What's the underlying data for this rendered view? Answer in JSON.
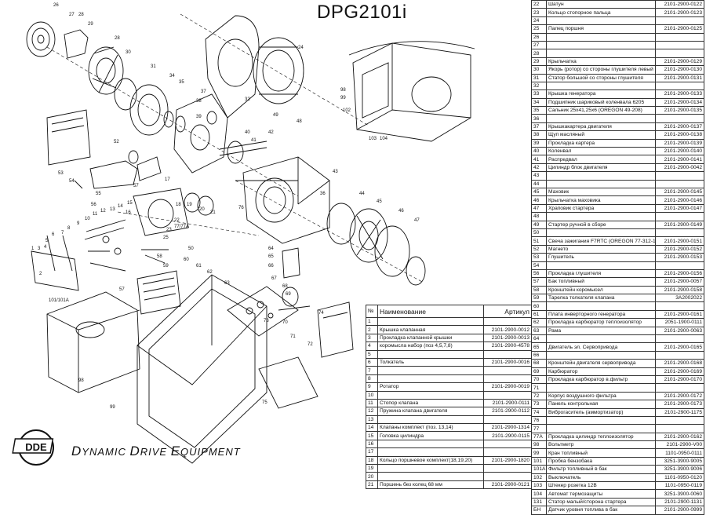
{
  "title": "DPG2101i",
  "logo": {
    "badge": "DDE",
    "badge_ring": "DYNAMIC DRIVE EQUIPMENT",
    "text": [
      "D",
      "YNAMIC ",
      "D",
      "RIVE ",
      "E",
      "QUIPMENT"
    ]
  },
  "table_left": {
    "headers": [
      "№",
      "Наименование",
      "Артикул"
    ],
    "rows": [
      [
        "1",
        "",
        ""
      ],
      [
        "2",
        "Крышка клапанная",
        "2101-2900-0012"
      ],
      [
        "3",
        "Прокладка клапанной крышки",
        "2101-2900-0013"
      ],
      [
        "4",
        "коромысла набор (поз 4,5,7,8)",
        "2101-2900-4578"
      ],
      [
        "5",
        "",
        ""
      ],
      [
        "6",
        "Толкатель",
        "2101-2900-0016"
      ],
      [
        "7",
        "",
        ""
      ],
      [
        "8",
        "",
        ""
      ],
      [
        "9",
        "Ротатор",
        "2101-2900-0019"
      ],
      [
        "10",
        "",
        ""
      ],
      [
        "11",
        "Стопор клапана",
        "2101-2900-0111"
      ],
      [
        "12",
        "Пружина клапана двигателя",
        "2101-2900-0112"
      ],
      [
        "13",
        "",
        ""
      ],
      [
        "14",
        "Клапаны комплект (поз. 13,14)",
        "2101-2900-1314"
      ],
      [
        "15",
        "Головка цилиндра",
        "2101-2900-0115"
      ],
      [
        "16",
        "",
        ""
      ],
      [
        "17",
        "",
        ""
      ],
      [
        "18",
        "Кольцо поршневое комплект(18,19,20)",
        "2101-2900-1820"
      ],
      [
        "19",
        "",
        ""
      ],
      [
        "20",
        "",
        ""
      ],
      [
        "21",
        "Поршень без колец 68 мм",
        "2101-2900-0121"
      ]
    ]
  },
  "table_right": {
    "rows": [
      [
        "22",
        "Шатун",
        "2101-2900-0122"
      ],
      [
        "23",
        "Кольцо стопорное пальца",
        "2101-2900-0123"
      ],
      [
        "24",
        "",
        ""
      ],
      [
        "25",
        "Палец поршня",
        "2101-2900-0125"
      ],
      [
        "26",
        "",
        ""
      ],
      [
        "27",
        "",
        ""
      ],
      [
        "28",
        "",
        ""
      ],
      [
        "29",
        "Крыльчатка",
        "2101-2900-0129"
      ],
      [
        "30",
        "Якорь (ротор) со стороны глушителя левый",
        "2101-2900-0130"
      ],
      [
        "31",
        "Статор большой со стороны глушителя",
        "2101-2900-0131"
      ],
      [
        "32",
        "",
        ""
      ],
      [
        "33",
        "Крышка генератора",
        "2101-2900-0133"
      ],
      [
        "34",
        "Подшипник шариковый коленвала 6205",
        "2101-2900-0134"
      ],
      [
        "35",
        "Сальник 25х41,25х6 (OREGON 49-208)",
        "2101-2900-0135"
      ],
      [
        "36",
        "",
        ""
      ],
      [
        "37",
        "Крышкакартера двигателя",
        "2101-2900-0137"
      ],
      [
        "38",
        "Щуп масляный",
        "2101-2900-0138"
      ],
      [
        "39",
        "Прокладка картера",
        "2101-2900-0139"
      ],
      [
        "40",
        "Коленвал",
        "2101-2900-0140"
      ],
      [
        "41",
        "Распредвал",
        "2101-2900-0141"
      ],
      [
        "42",
        "Цилиндр блок двигателя",
        "2101-2900-0042"
      ],
      [
        "43",
        "",
        ""
      ],
      [
        "44",
        "",
        ""
      ],
      [
        "45",
        "Маховик",
        "2101-2900-0145"
      ],
      [
        "46",
        "Крыльчатка маховика",
        "2101-2900-0146"
      ],
      [
        "47",
        "Храповик стартера",
        "2101-2900-0147"
      ],
      [
        "48",
        "",
        ""
      ],
      [
        "49",
        "Стартер ручной в сборе",
        "2101-2900-0149"
      ],
      [
        "50",
        "",
        ""
      ],
      [
        "51",
        "Свеча зажигания F7RTC (OREGON 77-312-1)",
        "2101-2900-0151"
      ],
      [
        "52",
        "Магнето",
        "2101-2900-0152"
      ],
      [
        "53",
        "Глушитель",
        "2101-2900-0153"
      ],
      [
        "54",
        "",
        ""
      ],
      [
        "56",
        "Прокладка глушителя",
        "2101-2900-0156"
      ],
      [
        "57",
        "Бак топливный",
        "2101-2900-0057"
      ],
      [
        "58",
        "Кронштейн коромысел",
        "2101-2900-0158"
      ],
      [
        "59",
        "Тарелка толкателя клапана",
        "3A2002022"
      ],
      [
        "60",
        "",
        ""
      ],
      [
        "61",
        "Плата инверторного генератора",
        "2101-2900-0161"
      ],
      [
        "62",
        "Прокладка карбюратор теплоизолятор",
        "2051-1900-0111"
      ],
      [
        "63",
        "Рама",
        "2101-2900-0063"
      ],
      [
        "64",
        "",
        ""
      ],
      [
        "65",
        "Двигатель эл. Сервопривода",
        "2101-2900-0165"
      ],
      [
        "66",
        "",
        ""
      ],
      [
        "68",
        "Кронштейн двигателя сервопривода",
        "2101-2900-0168"
      ],
      [
        "69",
        "Карбюратор",
        "2101-2900-0169"
      ],
      [
        "70",
        "Прокладка карбюратор в.фильтр",
        "2101-2900-0170"
      ],
      [
        "71",
        "",
        ""
      ],
      [
        "72",
        "Корпус воздушного фильтра",
        "2101-2900-0172"
      ],
      [
        "73",
        "Панель контрольная",
        "2101-2900-0173"
      ],
      [
        "74",
        "Виброгаситель (аммортизатор)",
        "2101-2900-1175"
      ],
      [
        "76",
        "",
        ""
      ],
      [
        "77",
        "",
        ""
      ],
      [
        "77A",
        "Прокладка цилиндр теплоизолятор",
        "2101-2900-0162"
      ],
      [
        "98",
        "Вольтметр",
        "2101-2900-V00"
      ],
      [
        "99",
        "Кран топливный",
        "1101-0950-0111"
      ],
      [
        "101",
        "Пробка бензобака",
        "3251-3900-9005"
      ],
      [
        "101A",
        "Фильтр топливный в бак",
        "3251-3900-9006"
      ],
      [
        "102",
        "Выключатель",
        "1101-0950-0120"
      ],
      [
        "103",
        "Штекер розетка 12В",
        "1101-0950-0119"
      ],
      [
        "104",
        "Автомат термозащиты",
        "3251-3900-0060"
      ],
      [
        "131",
        "Статор малый/сторона стартера",
        "2101-2900-1131"
      ],
      [
        "БН",
        "Датчик уровня топлива в бак",
        "2101-2900-0999"
      ]
    ]
  },
  "diagram_labels": [
    "26",
    "27",
    "28",
    "29",
    "30",
    "31",
    "28",
    "34",
    "35",
    "37",
    "38",
    "39",
    "32",
    "24",
    "33",
    "48",
    "49",
    "40",
    "41",
    "42",
    "43",
    "44",
    "45",
    "46",
    "47",
    "52",
    "53",
    "54",
    "55",
    "56",
    "57",
    "58",
    "59",
    "60",
    "61",
    "62",
    "63",
    "64",
    "65",
    "66",
    "67",
    "68",
    "69",
    "70",
    "71",
    "72",
    "73",
    "74",
    "75",
    "76",
    "77",
    "77/77A",
    "1",
    "2",
    "3",
    "4",
    "5",
    "6",
    "7",
    "8",
    "9",
    "10",
    "11",
    "12",
    "13",
    "14",
    "15",
    "16",
    "17",
    "18",
    "19",
    "20",
    "21",
    "22",
    "23",
    "25",
    "98",
    "99",
    "101",
    "101/101A",
    "102",
    "103",
    "104",
    "36",
    "50"
  ]
}
